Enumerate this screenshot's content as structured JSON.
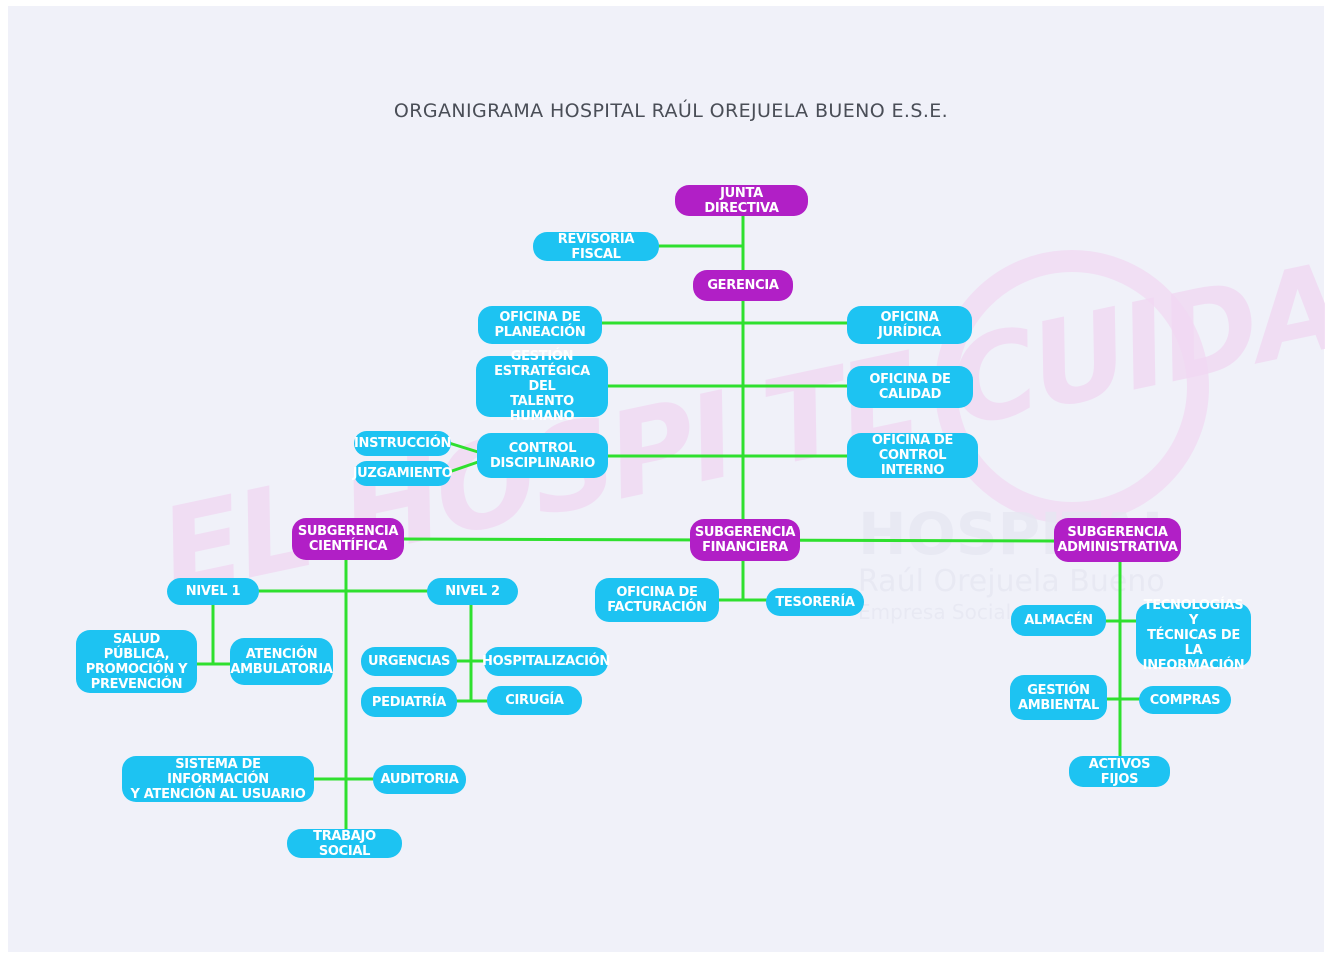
{
  "title": "ORGANIGRAMA HOSPITAL RAÚL OREJUELA BUENO E.S.E.",
  "colors": {
    "background": "#f0f1f9",
    "connector": "#2fe02f",
    "node_primary": "#1dc3f2",
    "node_highlight": "#b11fc6",
    "watermark": "#f1d7f2"
  },
  "watermark": {
    "left_logo": "EL HOSPI TE CUIDA",
    "right_logo": "HOSPITAL",
    "right_logo_sub1": "Raúl Orejuela Bueno",
    "right_logo_sub2": "Empresa Social"
  },
  "nodes": {
    "junta_directiva": "JUNTA DIRECTIVA",
    "revisoria_fiscal": "REVISORÍA FISCAL",
    "gerencia": "GERENCIA",
    "oficina_planeacion": "OFICINA DE\nPLANEACIÓN",
    "oficina_juridica": "OFICINA JURÍDICA",
    "gestion_talento": "GESTIÓN\nESTRATÉGICA DEL\nTALENTO HUMANO",
    "oficina_calidad": "OFICINA DE\nCALIDAD",
    "instruccion": "INSTRUCCIÓN",
    "juzgamiento": "JUZGAMIENTO",
    "control_disciplinario": "CONTROL\nDISCIPLINARIO",
    "oficina_control_interno": "OFICINA DE\nCONTROL INTERNO",
    "subgerencia_cientifica": "SUBGERENCIA\nCIENTÍFICA",
    "subgerencia_financiera": "SUBGERENCIA\nFINANCIERA",
    "subgerencia_administrativa": "SUBGERENCIA\nADMINISTRATIVA",
    "nivel_1": "NIVEL 1",
    "nivel_2": "NIVEL 2",
    "salud_publica": "SALUD PÚBLICA,\nPROMOCIÓN Y\nPREVENCIÓN",
    "atencion_ambulatoria": "ATENCIÓN\nAMBULATORIA",
    "urgencias": "URGENCIAS",
    "hospitalizacion": "HOSPITALIZACIÓN",
    "pediatria": "PEDIATRÍA",
    "cirugia": "CIRUGÍA",
    "sistema_informacion": "SISTEMA DE INFORMACIÓN\nY ATENCIÓN AL USUARIO",
    "auditoria": "AUDITORIA",
    "trabajo_social": "TRABAJO SOCIAL",
    "oficina_facturacion": "OFICINA DE\nFACTURACIÓN",
    "tesoreria": "TESORERÍA",
    "almacen": "ALMACÉN",
    "tecnologias": "TECNOLOGÍAS Y\nTÉCNICAS DE LA\nINFORMACIÓN",
    "gestion_ambiental": "GESTIÓN\nAMBIENTAL",
    "compras": "COMPRAS",
    "activos_fijos": "ACTIVOS FIJOS"
  }
}
